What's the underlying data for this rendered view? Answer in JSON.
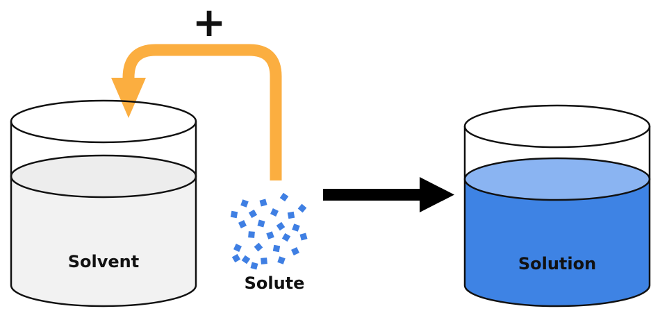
{
  "plus_symbol": "+",
  "solvent": {
    "label": "Solvent"
  },
  "solute": {
    "label": "Solute"
  },
  "solution": {
    "label": "Solution"
  },
  "colors": {
    "arrow_orange": "#FBAE40",
    "solvent_liquid": "#F2F2F2",
    "solvent_surface": "#EDEDED",
    "solution_liquid": "#3E83E4",
    "solution_surface": "#8AB4F2",
    "solute_particles": "#3F7FE3",
    "outline": "#111111",
    "reaction_arrow": "#000000"
  }
}
